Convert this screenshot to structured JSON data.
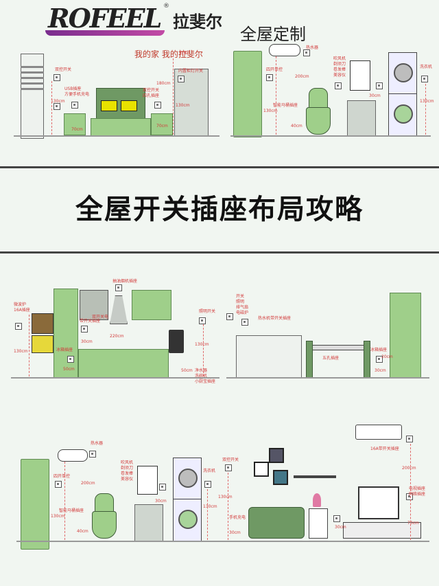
{
  "header": {
    "logo_text": "ROFEEL",
    "brand_cn": "拉斐尔",
    "brand_sub": "全屋定制",
    "slogan": "我的家  我的拉斐尔",
    "registered": "®"
  },
  "main_title": "全屋开关插座布局攻略",
  "bedroom": {
    "labels": [
      "双控开关",
      "USB插座",
      "方便手机充电",
      "双控开关",
      "四孔插座",
      "130cm",
      "70cm",
      "180cm",
      "70cm",
      "130cm",
      "衣柜",
      "内置柜灯开关"
    ]
  },
  "bathroom_top": {
    "labels": [
      "热水器",
      "四开单控",
      "200cm",
      "智能马桶插座",
      "130cm",
      "40cm",
      "吹风机",
      "剃须刀",
      "卷发棒",
      "美容仪",
      "30cm",
      "洗衣机",
      "130cm"
    ]
  },
  "kitchen": {
    "labels": [
      "抽油烟机插座",
      "微波炉",
      "16A插座",
      "130cm",
      "冰箱插座",
      "50cm",
      "带开关插座",
      "双开关电",
      "30cm",
      "220cm",
      "照明开关",
      "130cm",
      "50cm",
      "净水器",
      "洗碗机",
      "小厨宝插座"
    ]
  },
  "dining": {
    "labels": [
      "开关",
      "照明",
      "排气扇",
      "电磁炉",
      "热水机带开关插座",
      "五孔插座",
      "冰箱插座",
      "20cm",
      "30cm"
    ]
  },
  "bathroom_bottom": {
    "labels": [
      "热水器",
      "四开单控",
      "200cm",
      "智能马桶插座",
      "130cm",
      "40cm",
      "吹风机",
      "剃须刀",
      "卷发棒",
      "美容仪",
      "30cm",
      "洗衣机",
      "130cm"
    ]
  },
  "living": {
    "labels": [
      "双控开关",
      "手机充电",
      "16A带开关插座",
      "200cm",
      "电视插座",
      "网络插座",
      "130cm",
      "30cm",
      "70cm",
      "30cm"
    ]
  }
}
